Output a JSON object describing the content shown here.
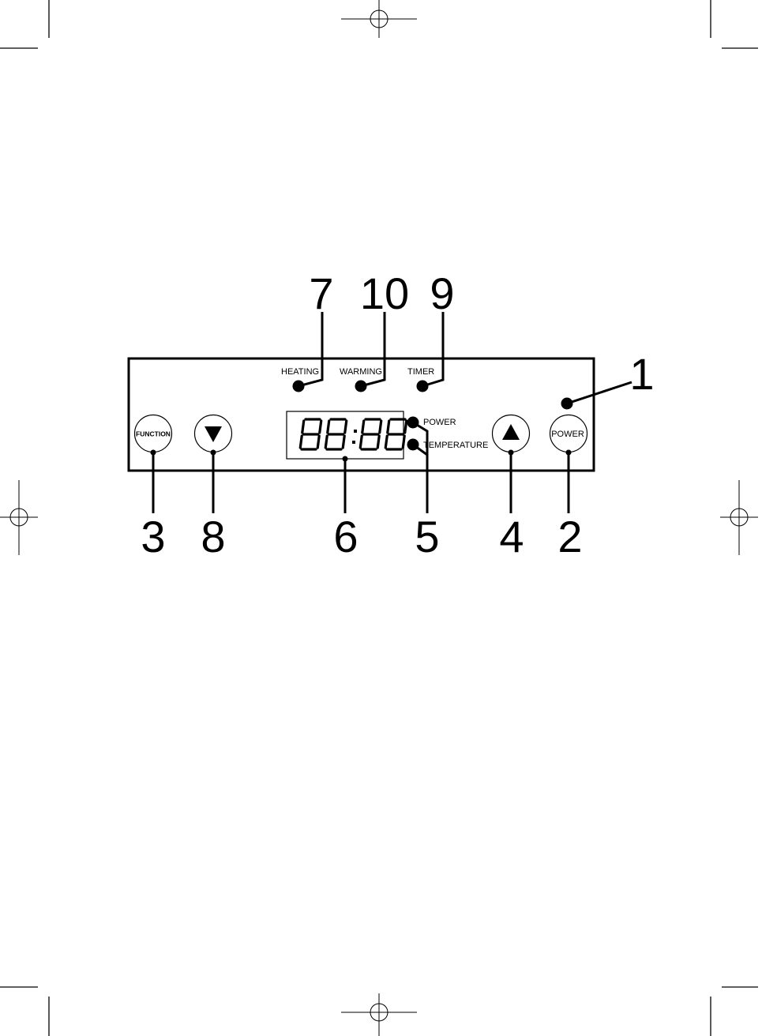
{
  "callouts": {
    "c1": "1",
    "c2": "2",
    "c3": "3",
    "c4": "4",
    "c5": "5",
    "c6": "6",
    "c7": "7",
    "c8": "8",
    "c9": "9",
    "c10": "10"
  },
  "panel": {
    "indicators": {
      "heating": "HEATING",
      "warming": "WARMING",
      "timer": "TIMER",
      "power": "POWER",
      "temperature": "TEMPERATURE"
    },
    "buttons": {
      "function": "FUNCTION",
      "power": "POWER",
      "down_icon": "triangle-down-icon",
      "up_icon": "triangle-up-icon"
    },
    "display": "88:88"
  },
  "colors": {
    "ink": "#000000",
    "paper": "#ffffff"
  }
}
